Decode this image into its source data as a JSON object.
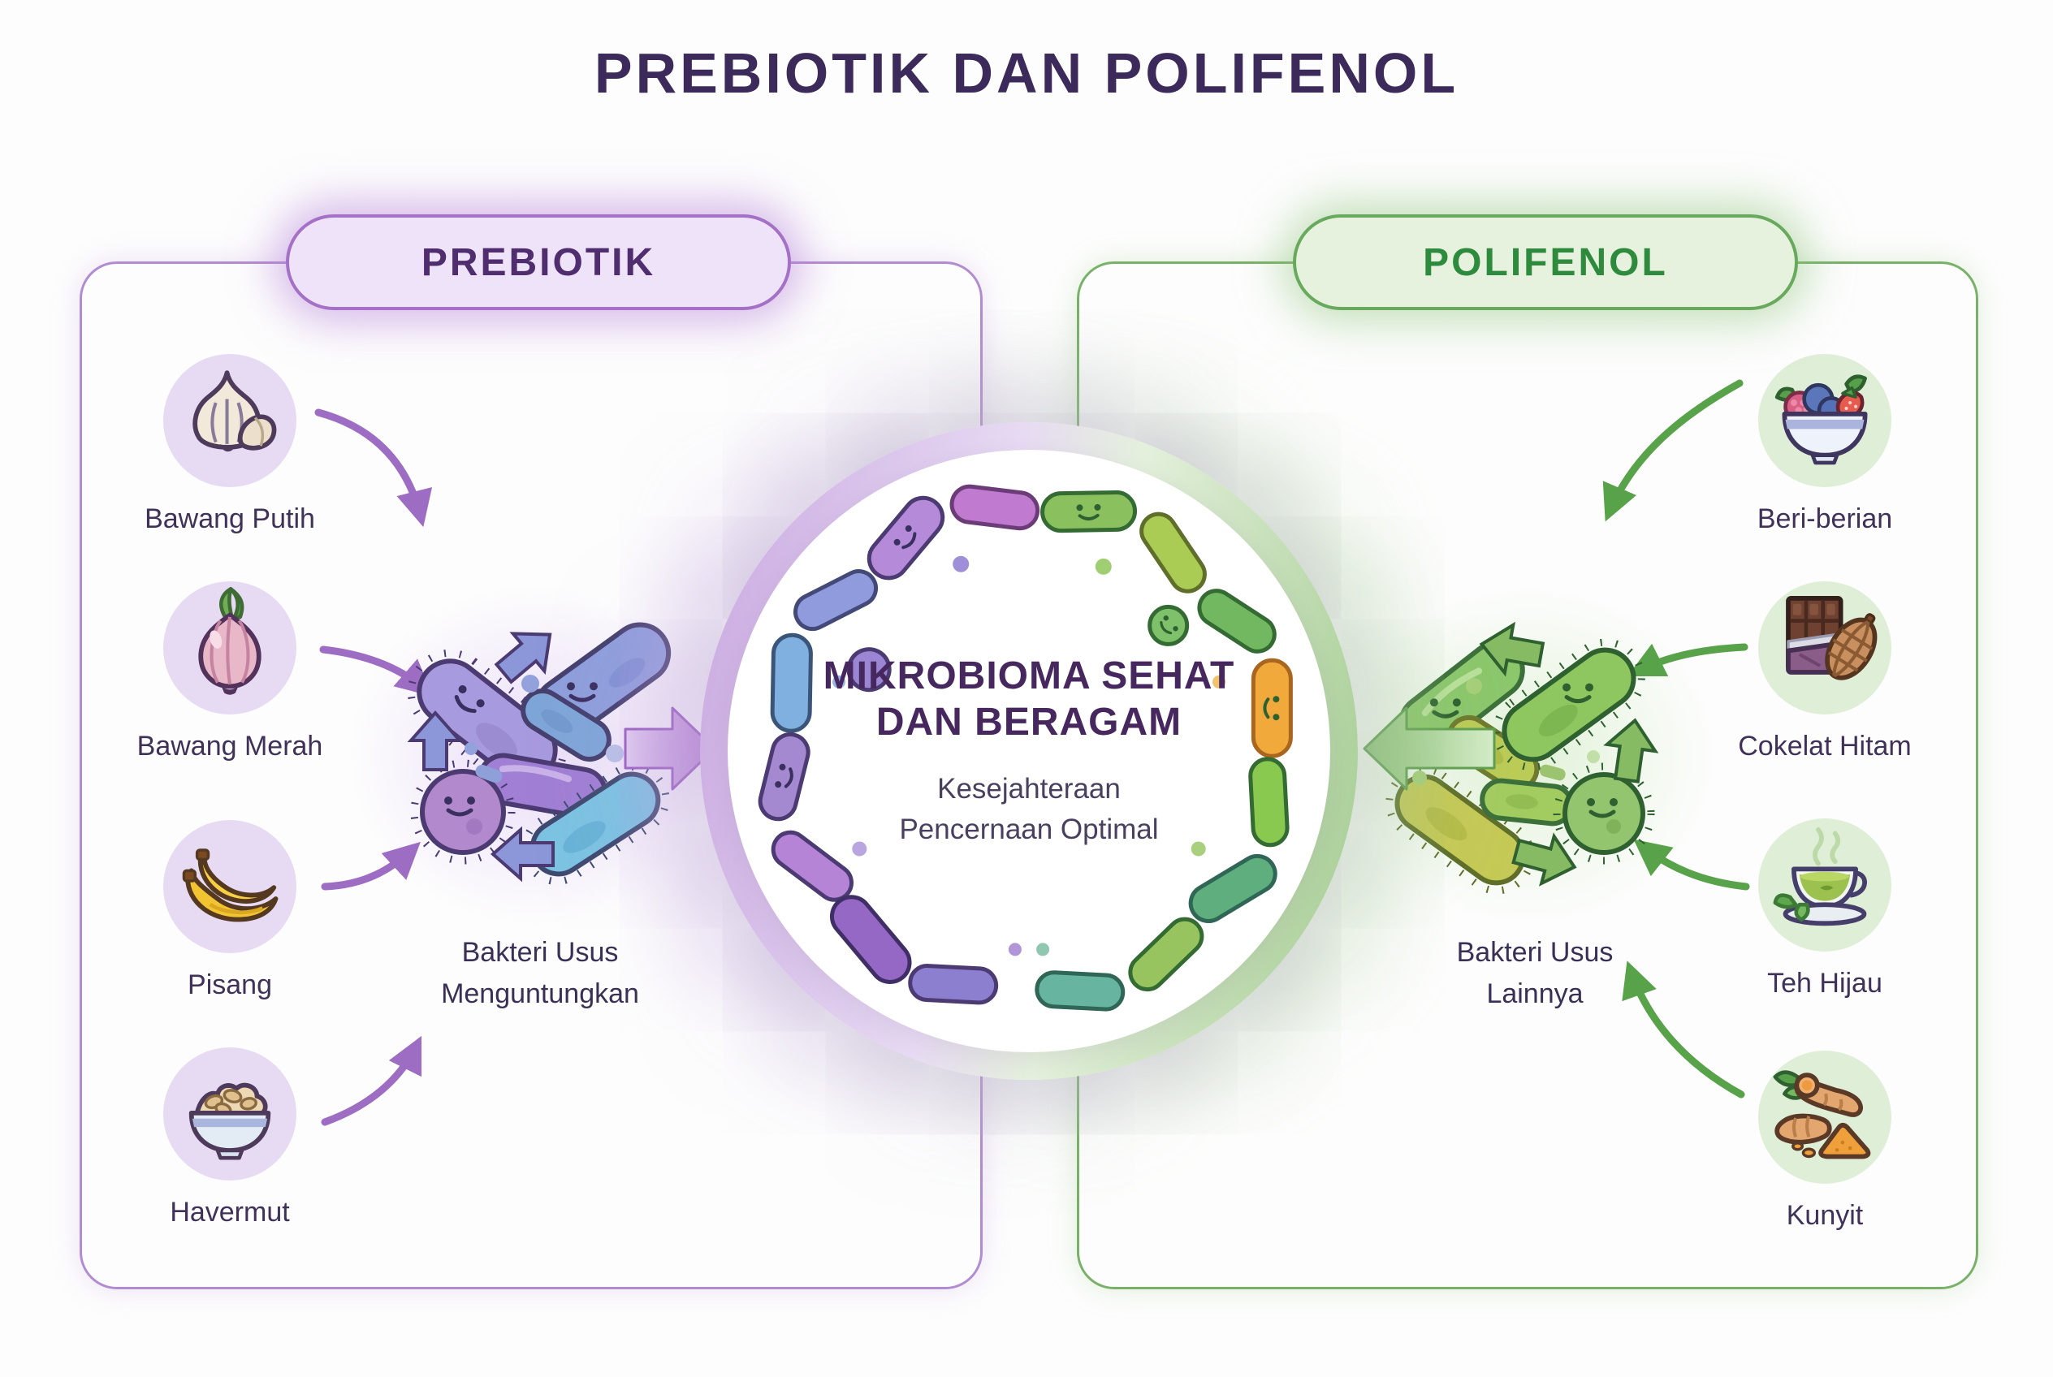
{
  "title": "PREBIOTIK DAN POLIFENOL",
  "left_panel": {
    "badge": "PREBIOTIK",
    "items": [
      {
        "label": "Bawang Putih",
        "icon": "garlic-icon"
      },
      {
        "label": "Bawang Merah",
        "icon": "shallot-icon"
      },
      {
        "label": "Pisang",
        "icon": "banana-icon"
      },
      {
        "label": "Havermut",
        "icon": "oatmeal-bowl-icon"
      }
    ],
    "cluster_label_line1": "Bakteri Usus",
    "cluster_label_line2": "Menguntungkan"
  },
  "right_panel": {
    "badge": "POLIFENOL",
    "items": [
      {
        "label": "Beri-berian",
        "icon": "berries-bowl-icon"
      },
      {
        "label": "Cokelat Hitam",
        "icon": "dark-chocolate-icon"
      },
      {
        "label": "Teh Hijau",
        "icon": "green-tea-cup-icon"
      },
      {
        "label": "Kunyit",
        "icon": "turmeric-icon"
      }
    ],
    "cluster_label_line1": "Bakteri Usus",
    "cluster_label_line2": "Lainnya"
  },
  "center": {
    "heading_line1": "MIKROBIOMA SEHAT",
    "heading_line2": "DAN BERAGAM",
    "subheading_line1": "Kesejahteraan",
    "subheading_line2": "Pencernaan Optimal"
  },
  "colors": {
    "purple_accent": "#a471c7",
    "green_accent": "#68a95e",
    "title_text": "#3b2a5a",
    "badge_purple_text": "#4f2d6e",
    "badge_green_text": "#2e8b3e",
    "label_text": "#3f3158"
  }
}
